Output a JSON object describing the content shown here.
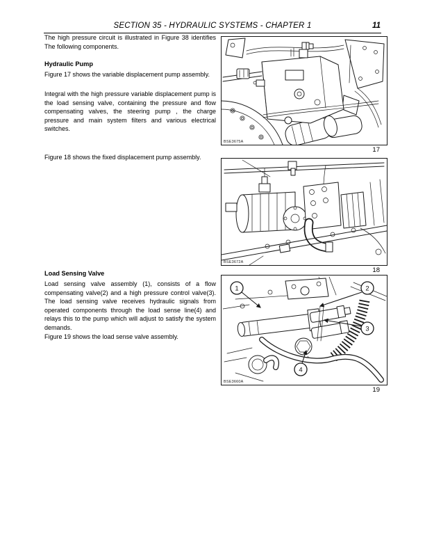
{
  "header": {
    "title": "SECTION 35 - HYDRAULIC SYSTEMS - CHAPTER 1",
    "page_number": "11"
  },
  "content": {
    "intro": "The high pressure circuit is illustrated in Figure  38 identifies The following components.",
    "hydraulic_pump": {
      "heading": "Hydraulic Pump",
      "para1": "Figure 17 shows the variable displacement pump assembly.",
      "para2": "Integral with the high pressure variable displacement pump is the load sensing valve, containing the pressure and flow compensating valves, the steering pump , the charge pressure and main system filters and various electrical switches.",
      "para3": "Figure  18 shows the fixed displacement pump assembly."
    },
    "load_sensing_valve": {
      "heading": "Load Sensing Valve",
      "para1": "Load sensing valve assembly (1), consists of a flow compensating valve(2) and a high pressure control valve(3). The load sensing valve receives hydraulic signals from operated components through the load sense line(4) and relays this to the pump which will adjust to satisfy the system demands.",
      "para2": "Figure  19 shows the  load sense valve assembly."
    }
  },
  "figures": [
    {
      "number": "17",
      "caption": "BSE3675A"
    },
    {
      "number": "18",
      "caption": "BSE3672A"
    },
    {
      "number": "19",
      "caption": "BSE3660A",
      "callouts": [
        "1",
        "2",
        "3",
        "4"
      ]
    }
  ]
}
